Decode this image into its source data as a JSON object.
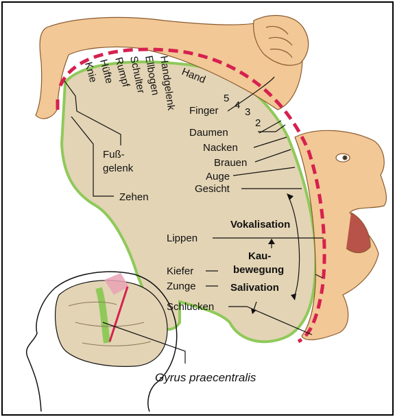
{
  "labels": {
    "knie": "Knie",
    "huefte": "Hüfte",
    "rumpf": "Rumpf",
    "schulter": "Schulter",
    "ellbogen": "Ellbogen",
    "handgelenk": "Handgelenk",
    "hand": "Hand",
    "finger": "Finger",
    "finger_5": "5",
    "finger_4": "4",
    "finger_3": "3",
    "finger_2": "2",
    "daumen": "Daumen",
    "nacken": "Nacken",
    "brauen": "Brauen",
    "auge": "Auge",
    "gesicht": "Gesicht",
    "fuss_1": "Fuß-",
    "fuss_2": "gelenk",
    "zehen": "Zehen",
    "vokalisation": "Vokalisation",
    "lippen": "Lippen",
    "kau_1": "Kau-",
    "kau_2": "bewegung",
    "kiefer": "Kiefer",
    "zunge": "Zunge",
    "salivation": "Salivation",
    "schlucken": "Schlucken",
    "gyrus": "Gyrus praecentralis"
  },
  "colors": {
    "cortex_fill": "#e3d4b5",
    "cortex_edge": "#8fc95a",
    "dash_line": "#d6214f",
    "body_fill": "#f2c896",
    "body_edge": "#8a5a2e",
    "frame": "#000000"
  }
}
